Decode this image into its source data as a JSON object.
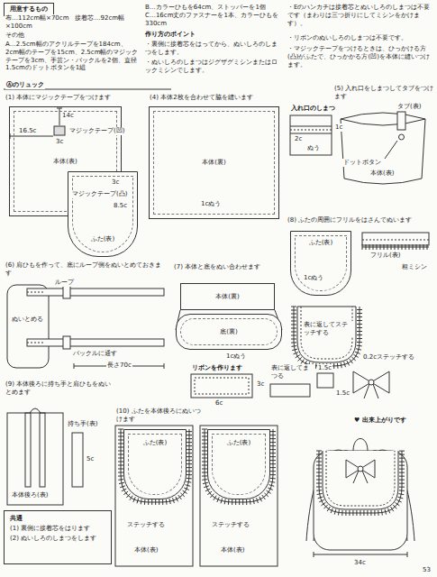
{
  "diagram": {
    "nodes": [
      {
        "text": [
          "用意するもの"
        ]
      },
      {
        "text": [
          "本体(表)"
        ]
      },
      {
        "text": [
          "ふた(表)"
        ]
      },
      {
        "text": [
          "本体(裏)"
        ]
      },
      {
        "text": [
          "本体(裏)"
        ]
      },
      {
        "text": [
          "底(裏)"
        ]
      },
      {
        "text": [
          "ふた(表)"
        ]
      },
      {
        "text": [
          "ふた(表)"
        ]
      },
      {
        "text": [
          "ふた(表)"
        ]
      },
      {
        "text": [
          "共通",
          "(1) 裏側に接着芯をはります",
          "(2) ぬいしろのしまつをします"
        ]
      }
    ],
    "labels": [
      "布…112cm幅×70cm　接着芯…92cm幅×100cm",
      "その他",
      "A…2.5cm幅のアクリルテープを184cm、2cm幅のテープを15cm、2.5cm幅のマジックテープを3cm、手芸ン・バックルを2個、直径1.5cmのドットボタンを1組",
      "B…カラーひもを64cm、ストッパーを1個",
      "C…16cm丈のファスナーを1本、カラーひもを330cm",
      "作り方のポイント",
      "・裏側に接着芯をはってから、ぬいしろのしまつをします。",
      "・ぬいしろのしまつはジグザグミシンまたはロックミシンでします。",
      "・Eのハンカチは接着芯とぬいしろのしまつは不要です（まわりは三つ折りにしてミシンをかけます）。",
      "・リボンのぬいしろのしまつは不要です。",
      "・マジックテープをつけるときは、ひっかける方(凸)がふたで、ひっかかる方(凹)を本体に縫いつけます。",
      "Ⓐのリュック",
      "(1) 本体にマジックテープをつけます",
      "14c",
      "マジックテープ(凹)",
      "16.5c",
      "3c",
      "マジックテープ(凸)",
      "3c",
      "8.5c",
      "(4) 本体2枚を合わせて脇を縫います",
      "1cぬう",
      "(5) 入れ口をしまつしてタブをつけます",
      "入れ口のしまつ",
      "2c",
      "1c",
      "ぬう",
      "タブ(表)",
      "ドットボタン",
      "本体(表)",
      "(6) 肩ひもを作って、底にループ側をぬいとめておきます",
      "ループ",
      "ぬいとめる",
      "バックルに通す",
      "長さ70c",
      "(7) 本体と底をぬい合わせます",
      "1cぬう",
      "(8) ふたの周囲にフリルをはさんでぬいます",
      "1cぬう",
      "フリル(表)",
      "粗ミシン",
      "表に返してステッチする",
      "0.2cステッチする",
      "リボンを作ります",
      "3c",
      "6c",
      "表に返してまつる",
      "1.5c",
      "1.5c",
      "(9) 本体後ろに持ち手と肩ひもをぬいとめます",
      "本体後ろ(表)",
      "持ち手(表)",
      "5c",
      "(10) ふたを本体後ろにぬいつけます",
      "本体(表)",
      "ステッチする",
      "本体(表)",
      "ステッチする",
      "♥ 出来上がりです",
      "34c",
      "53"
    ]
  }
}
